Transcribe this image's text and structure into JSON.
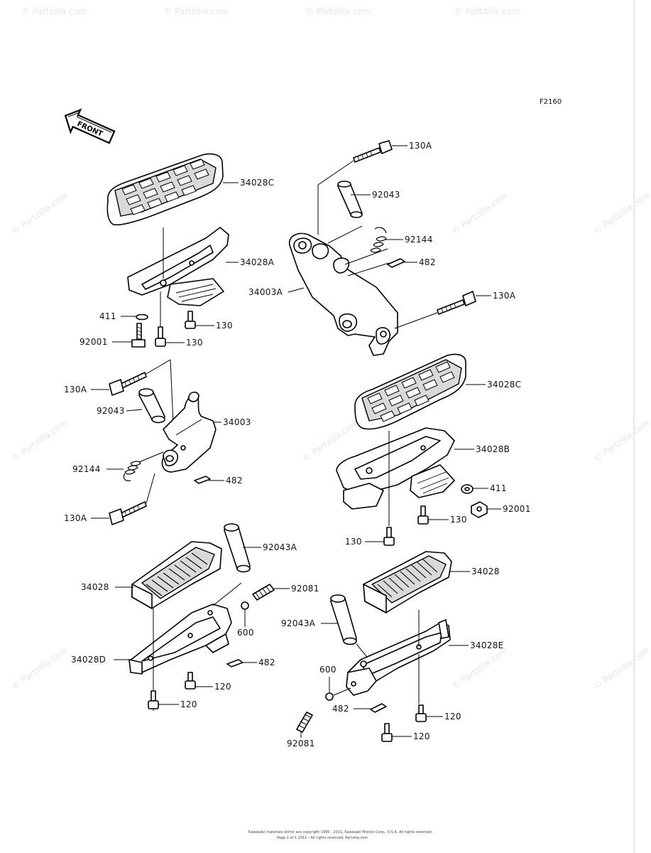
{
  "diagram_code": "F2160",
  "front_marker": "FRONT",
  "watermark_text": "© Partzilla.com",
  "copyright_line1": "Kawasaki materials within are copyright 1995 - 2011, Kawasaki Motors Corp., U.S.A. All rights reserved.",
  "copyright_line2": "Page 1 of 1 2011 - All rights reserved, Partzilla.com",
  "callouts": {
    "c34028C_top": "34028C",
    "c34028A": "34028A",
    "c411_top": "411",
    "c92001_top": "92001",
    "c130_a": "130",
    "c130_b": "130",
    "c130A_top": "130A",
    "c92043_top": "92043",
    "c92144_top": "92144",
    "c482_top": "482",
    "c34003A": "34003A",
    "c130A_mid": "130A",
    "c130A_left1": "130A",
    "c92043_left": "92043",
    "c34003": "34003",
    "c92144_left": "92144",
    "c482_left": "482",
    "c130A_left2": "130A",
    "c34028C_right": "34028C",
    "c34028B": "34028B",
    "c411_right": "411",
    "c92001_right": "92001",
    "c130_right1": "130",
    "c130_right2": "130",
    "c92043A_left": "92043A",
    "c34028_left": "34028",
    "c92081_left": "92081",
    "c600_left": "600",
    "c34028D": "34028D",
    "c482_bl": "482",
    "c120_bl1": "120",
    "c120_bl2": "120",
    "c34028_right": "34028",
    "c92043A_right": "92043A",
    "c34028E": "34028E",
    "c600_right": "600",
    "c482_br": "482",
    "c120_br1": "120",
    "c120_br2": "120",
    "c92081_right": "92081"
  },
  "colors": {
    "ink": "#000000",
    "rubber_fill": "#d9d9d9",
    "watermark": "#e6e6e6"
  }
}
